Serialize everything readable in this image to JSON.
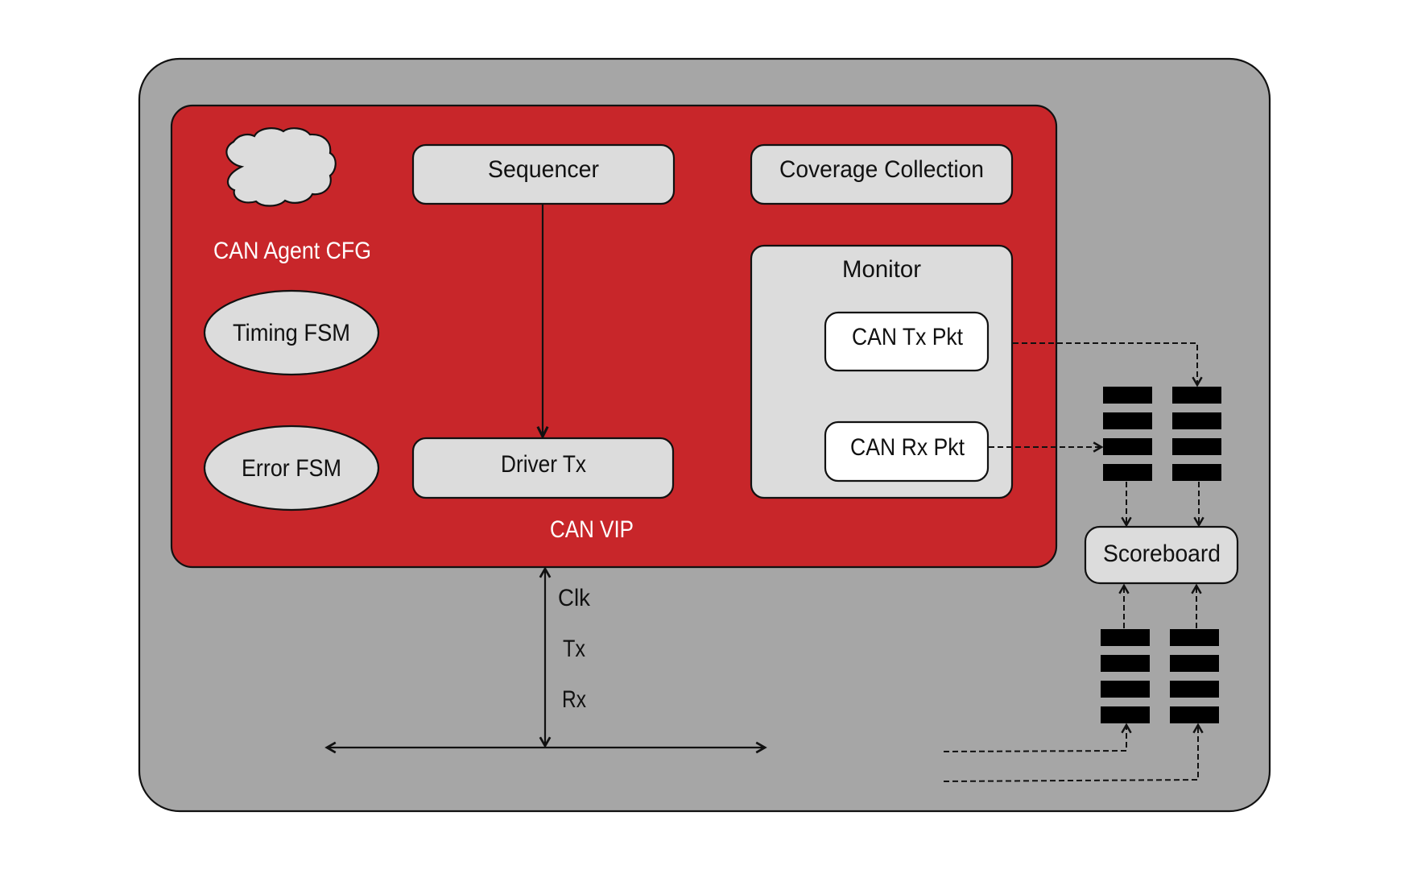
{
  "colors": {
    "background": "#ffffff",
    "testbench_fill": "#a6a6a6",
    "vip_fill": "#c8262a",
    "block_fill": "#dcdcdc",
    "pkt_fill": "#ffffff",
    "stroke": "#111111",
    "fifo": "#000000"
  },
  "vip": {
    "title": "CAN VIP",
    "agent_cfg": {
      "label": "CAN Agent CFG",
      "icon": "cloud-icon"
    },
    "timing_fsm": {
      "label": "Timing FSM"
    },
    "error_fsm": {
      "label": "Error FSM"
    },
    "sequencer": {
      "label": "Sequencer"
    },
    "driver": {
      "label": "Driver Tx"
    },
    "coverage": {
      "label": "Coverage Collection"
    },
    "monitor": {
      "label": "Monitor",
      "tx_pkt": {
        "label": "CAN Tx Pkt"
      },
      "rx_pkt": {
        "label": "CAN Rx Pkt"
      }
    }
  },
  "bus": {
    "signals": [
      "Clk",
      "Tx",
      "Rx"
    ]
  },
  "scoreboard": {
    "label": "Scoreboard",
    "fifo_depth": 4,
    "fifo_count_top": 2,
    "fifo_count_bottom": 2
  }
}
